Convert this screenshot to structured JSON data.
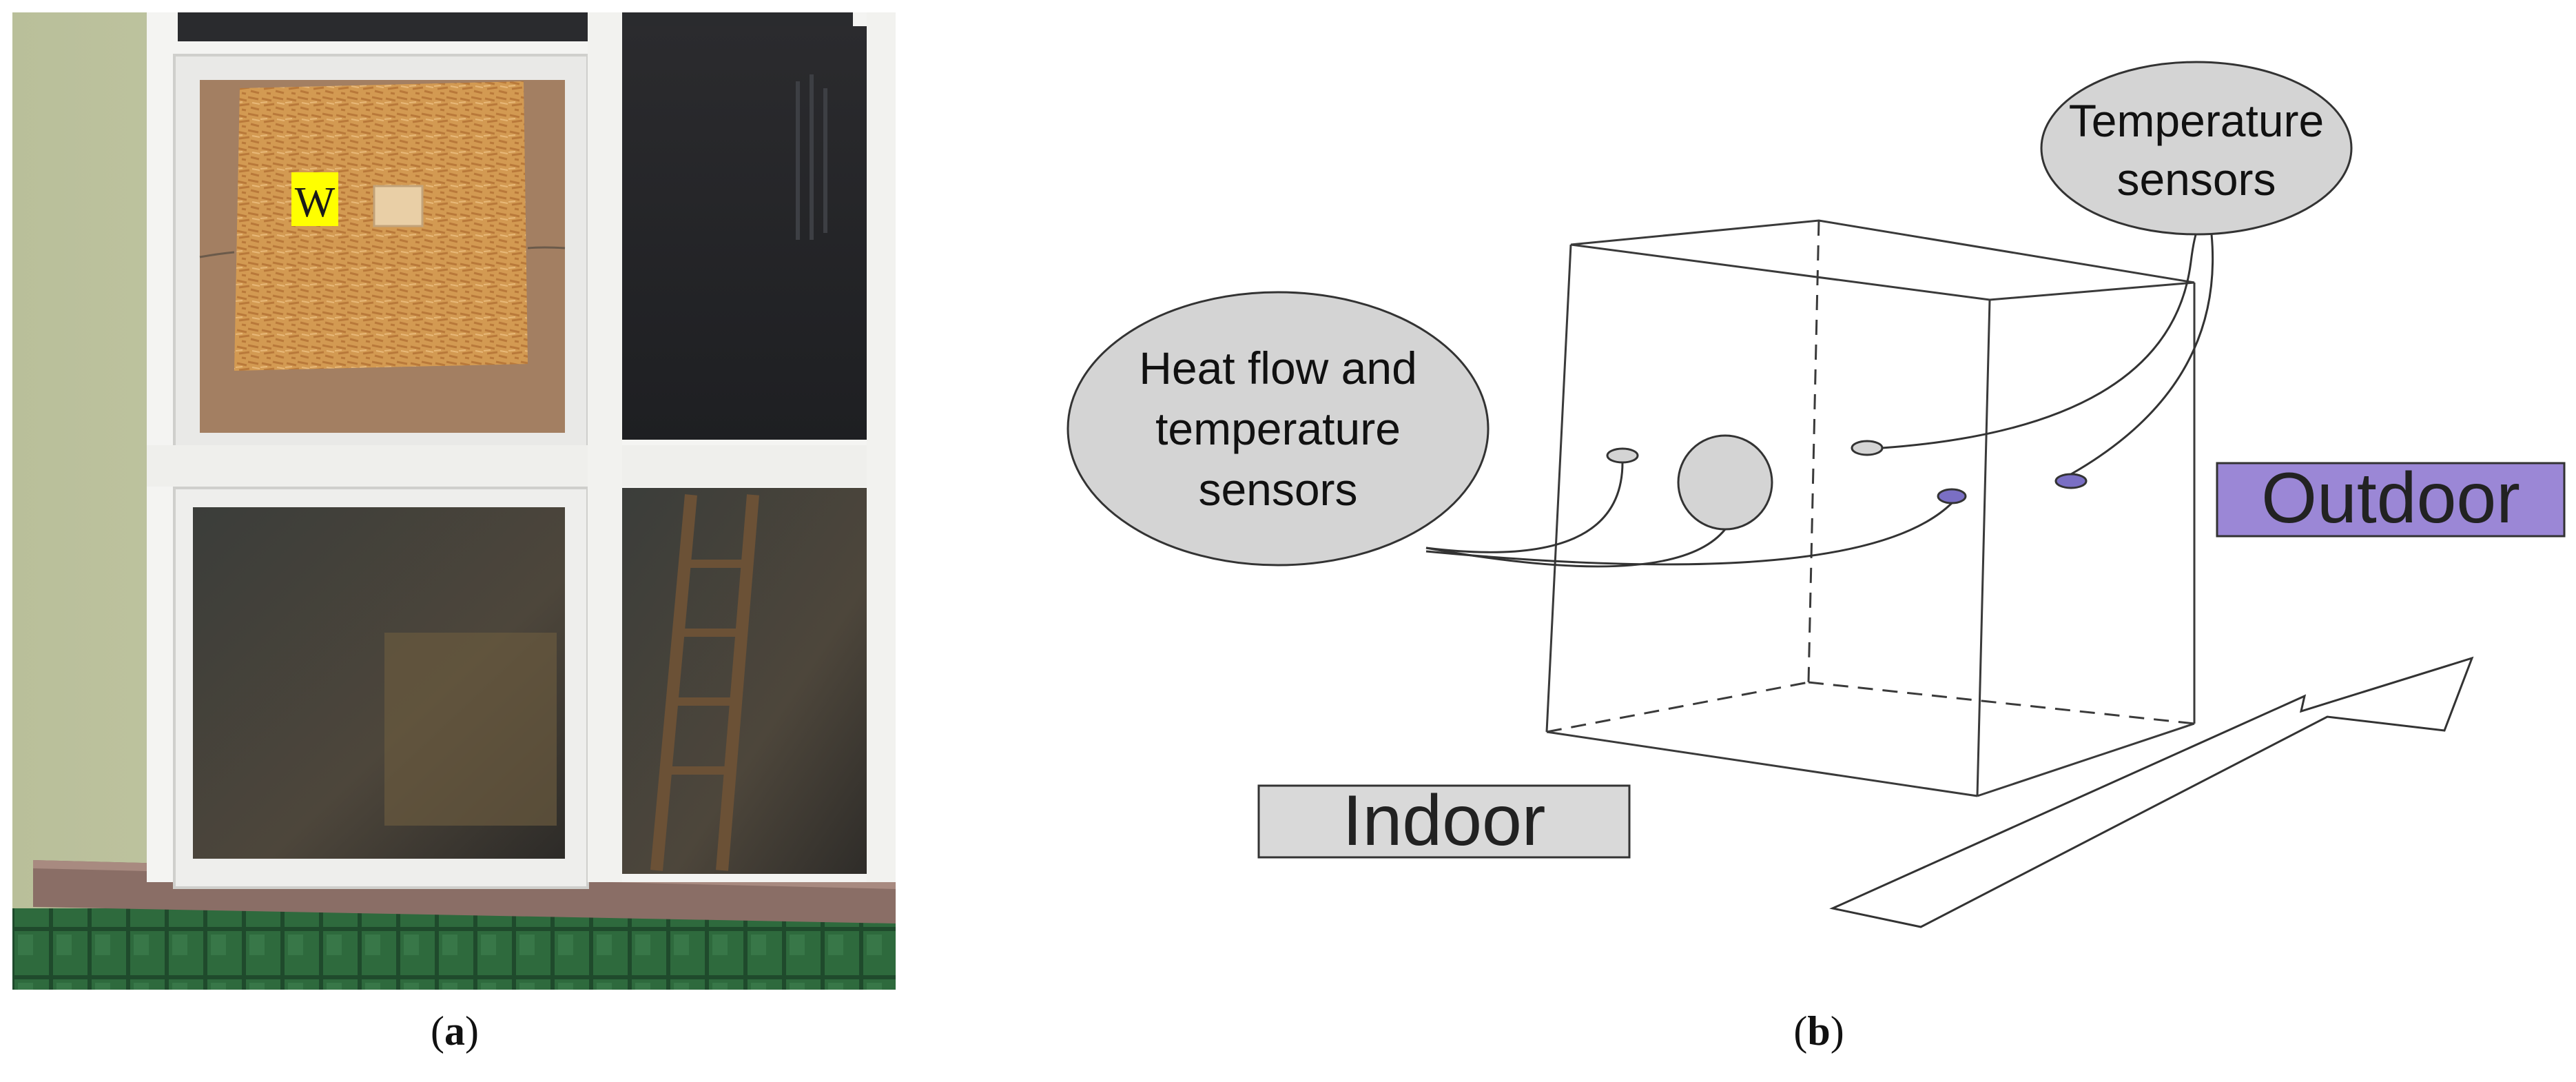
{
  "photo": {
    "marker_label": "W",
    "marker_color": "#ffff00"
  },
  "diagram": {
    "heat_flow_label_lines": [
      "Heat flow and",
      "temperature",
      "sensors"
    ],
    "temp_sensors_label_lines": [
      "Temperature",
      "sensors"
    ],
    "indoor_label": "Indoor",
    "outdoor_label": "Outdoor",
    "colors": {
      "bubble_fill": "#d4d4d4",
      "outdoor_fill": "#9b87d6",
      "indoor_fill": "#d9d9d9",
      "sensor_outdoor_fill": "#7a6fc4",
      "sensor_indoor_fill": "#d4d4d4"
    }
  },
  "captions": {
    "a_open": "(",
    "a_letter": "a",
    "a_close": ")",
    "b_open": "(",
    "b_letter": "b",
    "b_close": ")"
  }
}
